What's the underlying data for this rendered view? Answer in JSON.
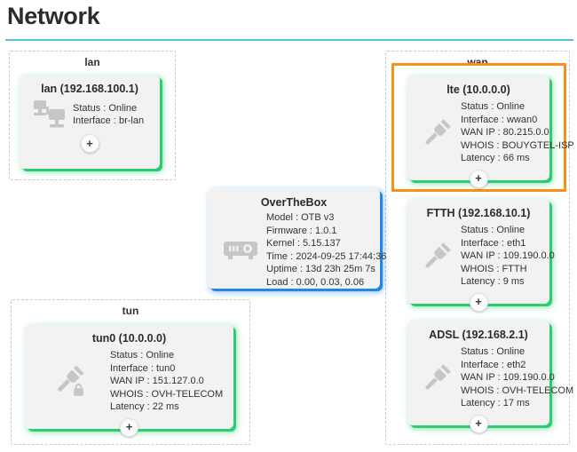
{
  "page": {
    "title": "Network"
  },
  "zones": {
    "lan": {
      "label": "lan"
    },
    "wan": {
      "label": "wan"
    },
    "tun": {
      "label": "tun"
    }
  },
  "colors": {
    "online_green": "#2ecc71",
    "device_blue": "#2288e8",
    "selection_orange": "#fa9016",
    "title_rule": "#4ec3e0"
  },
  "cards": {
    "lan": {
      "title": "lan (192.168.100.1)",
      "icon": "network-computers-icon",
      "add_label": "+",
      "props": [
        "Status : Online",
        "Interface : br-lan"
      ]
    },
    "lte": {
      "title": "lte (10.0.0.0)",
      "icon": "plug-icon",
      "add_label": "+",
      "selected": true,
      "props": [
        "Status : Online",
        "Interface : wwan0",
        "WAN IP : 80.215.0.0",
        "WHOIS : BOUYGTEL-ISP",
        "Latency : 66 ms"
      ]
    },
    "ftth": {
      "title": "FTTH (192.168.10.1)",
      "icon": "plug-icon",
      "add_label": "+",
      "props": [
        "Status : Online",
        "Interface : eth1",
        "WAN IP : 109.190.0.0",
        "WHOIS : FTTH",
        "Latency : 9 ms"
      ]
    },
    "adsl": {
      "title": "ADSL (192.168.2.1)",
      "icon": "plug-icon",
      "add_label": "+",
      "props": [
        "Status : Online",
        "Interface : eth2",
        "WAN IP : 109.190.0.0",
        "WHOIS : OVH-TELECOM",
        "Latency : 17 ms"
      ]
    },
    "tun0": {
      "title": "tun0 (10.0.0.0)",
      "icon": "plug-lock-icon",
      "add_label": "+",
      "props": [
        "Status : Online",
        "Interface : tun0",
        "WAN IP : 151.127.0.0",
        "WHOIS : OVH-TELECOM",
        "Latency : 22 ms"
      ]
    },
    "overthebox": {
      "title": "OverTheBox",
      "icon": "device-box-icon",
      "props": [
        "Model : OTB v3",
        "Firmware : 1.0.1",
        "Kernel : 5.15.137",
        "Time : 2024-09-25 17:44:36",
        "Uptime : 13d 23h 25m 7s",
        "Load : 0.00, 0.03, 0.06"
      ]
    }
  }
}
